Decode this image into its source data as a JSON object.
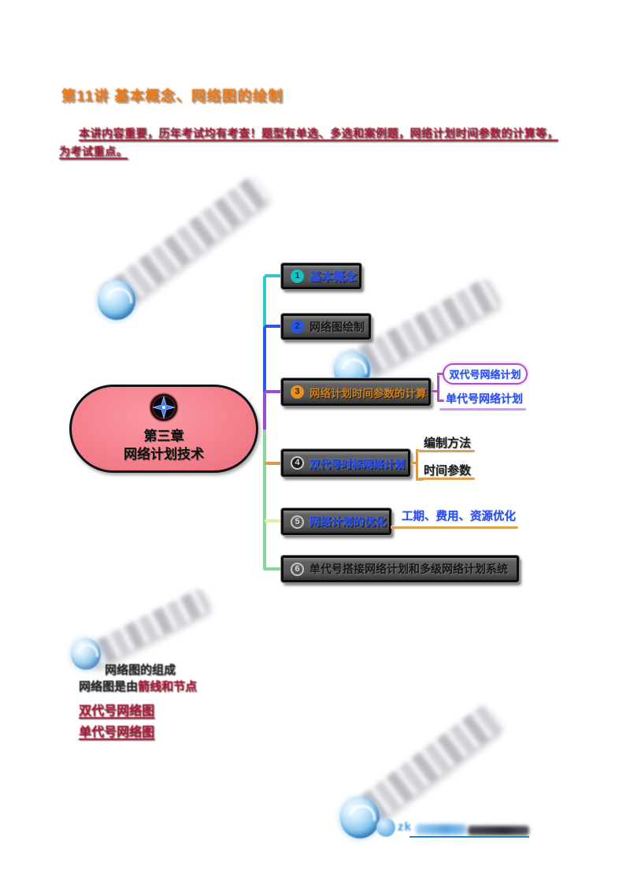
{
  "header": {
    "title": "第11讲 基本概念、网络图的绘制",
    "intro_line1": "本讲内容重要，历年考试均有考查！题型有单选、多选和案例题，网络计划时间参数的计算等，",
    "intro_line2": "为考试重点。"
  },
  "mindmap": {
    "root": {
      "title_line1": "第三章",
      "title_line2": "网络计划技术",
      "icon": "compass-icon"
    },
    "branches": [
      {
        "num": "1",
        "label": "基本概念"
      },
      {
        "num": "2",
        "label": "网络图绘制"
      },
      {
        "num": "3",
        "label": "网络计划时间参数的计算",
        "children": [
          {
            "label": "双代号网络计划"
          },
          {
            "label": "单代号网络计划"
          }
        ]
      },
      {
        "num": "4",
        "label": "双代号时标网络计划",
        "children": [
          {
            "label": "编制方法"
          },
          {
            "label": "时间参数"
          }
        ]
      },
      {
        "num": "5",
        "label": "网络计划的优化",
        "children": [
          {
            "label": "工期、费用、资源优化"
          }
        ]
      },
      {
        "num": "6",
        "label": "单代号搭接网络计划和多级网络计划系统"
      }
    ]
  },
  "notes": {
    "heading": "网络图的组成",
    "line1_prefix": "网络图是由",
    "line1_highlight": "箭线和节点",
    "line2": "双代号网络图",
    "line3": "单代号网络图"
  },
  "watermark": {
    "sig_text": "zk"
  },
  "colors": {
    "title_orange": "#ee7611",
    "intro_red": "#a51230",
    "root_pink": "#f5828e",
    "box_gray": "#565656",
    "branch_blue_text": "#2f49e8",
    "branch_orange_text": "#d0801c",
    "line_cyan": "#35c6c9",
    "line_blue": "#2f55e6",
    "line_purple": "#9a4ad8",
    "line_green": "#8ad79a",
    "line_orange": "#d79a4a",
    "line_yellow": "#dff0a0",
    "pill_purple": "#b44cc8",
    "note_red": "#b01232",
    "logo_blue": "#4694d4"
  }
}
